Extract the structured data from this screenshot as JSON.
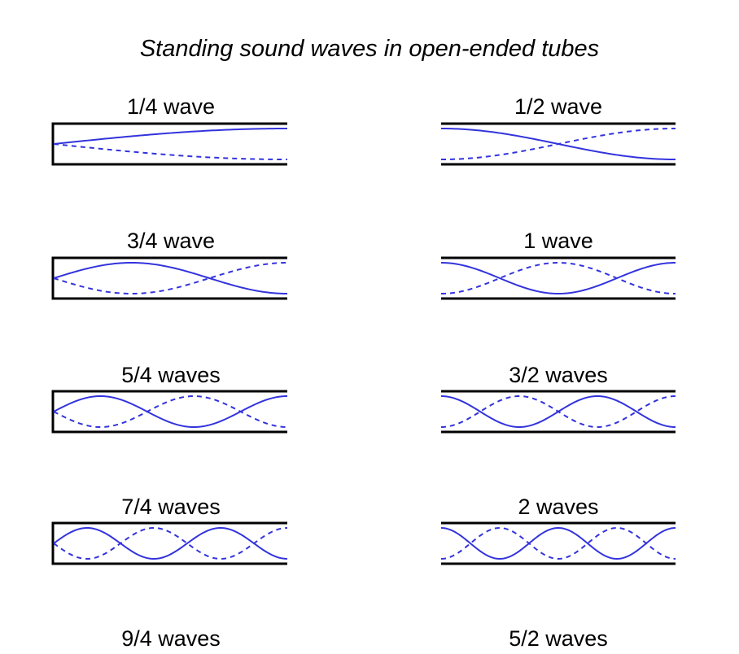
{
  "title": "Standing sound waves in open-ended tubes",
  "colors": {
    "wave": "#3333dd",
    "tube": "#000000",
    "background": "#ffffff"
  },
  "tubes": [
    {
      "label": "1/4 wave",
      "waves": 0.25,
      "closed_left": true
    },
    {
      "label": "1/2 wave",
      "waves": 0.5,
      "closed_left": false
    },
    {
      "label": "3/4 wave",
      "waves": 0.75,
      "closed_left": true
    },
    {
      "label": "1 wave",
      "waves": 1.0,
      "closed_left": false
    },
    {
      "label": "5/4 waves",
      "waves": 1.25,
      "closed_left": true
    },
    {
      "label": "3/2 waves",
      "waves": 1.5,
      "closed_left": false
    },
    {
      "label": "7/4 waves",
      "waves": 1.75,
      "closed_left": true
    },
    {
      "label": "2 waves",
      "waves": 2.0,
      "closed_left": false
    },
    {
      "label": "9/4 waves",
      "waves": 2.25,
      "closed_left": true
    },
    {
      "label": "5/2 waves",
      "waves": 2.5,
      "closed_left": false
    }
  ]
}
